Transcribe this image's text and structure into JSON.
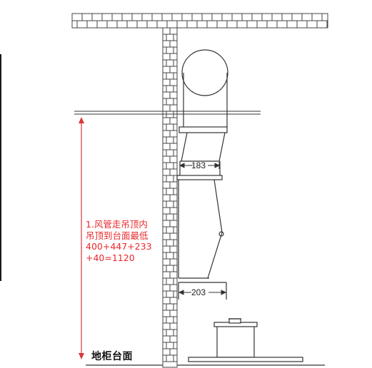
{
  "annotation": {
    "lines": [
      "1.风管走吊顶内",
      "吊顶到台面最低",
      "400+447+233",
      "+40=1120"
    ],
    "color": "#e8282b"
  },
  "floor_label": "地柜台面",
  "dimensions": {
    "upper_width": "183",
    "lower_width": "203"
  },
  "colors": {
    "line": "#333333",
    "arrow": "#d9383a",
    "text": "#111111"
  },
  "icons": [
    "brick-wall",
    "duct-pipe",
    "range-hood",
    "cooking-pot",
    "countertop"
  ]
}
